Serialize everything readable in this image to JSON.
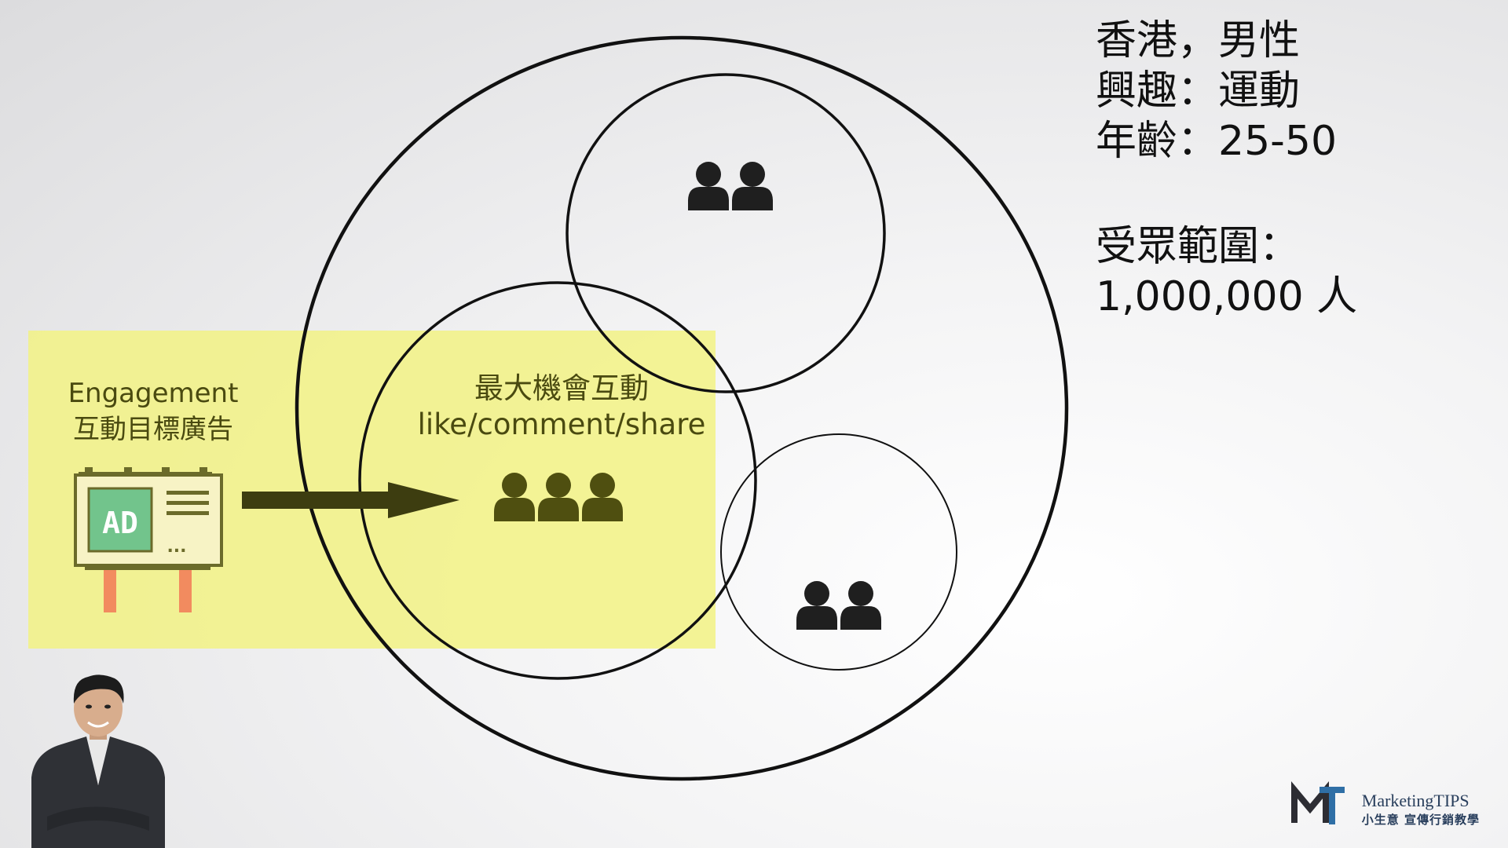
{
  "audience_info": {
    "line1": "香港，男性",
    "line2": "興趣：運動",
    "line3": "年齡：25-50",
    "reach_label": "受眾範圍：",
    "reach_value": "1,000,000 人"
  },
  "highlight": {
    "ad_type_en": "Engagement",
    "ad_type_zh": "互動目標廣告",
    "billboard_text": "AD",
    "billboard_dots": "...",
    "target_title": "最大機會互動",
    "target_actions": "like/comment/share"
  },
  "logo": {
    "name": "MarketingTIPS",
    "subtitle": "小生意 宣傳行銷教學"
  },
  "colors": {
    "highlight": "#f2f284",
    "arrow": "#3d3d10",
    "people_dark": "#1f1f1f",
    "people_olive": "#4f4f10",
    "billboard_green": "#72c48c",
    "billboard_post": "#f28b5f"
  }
}
